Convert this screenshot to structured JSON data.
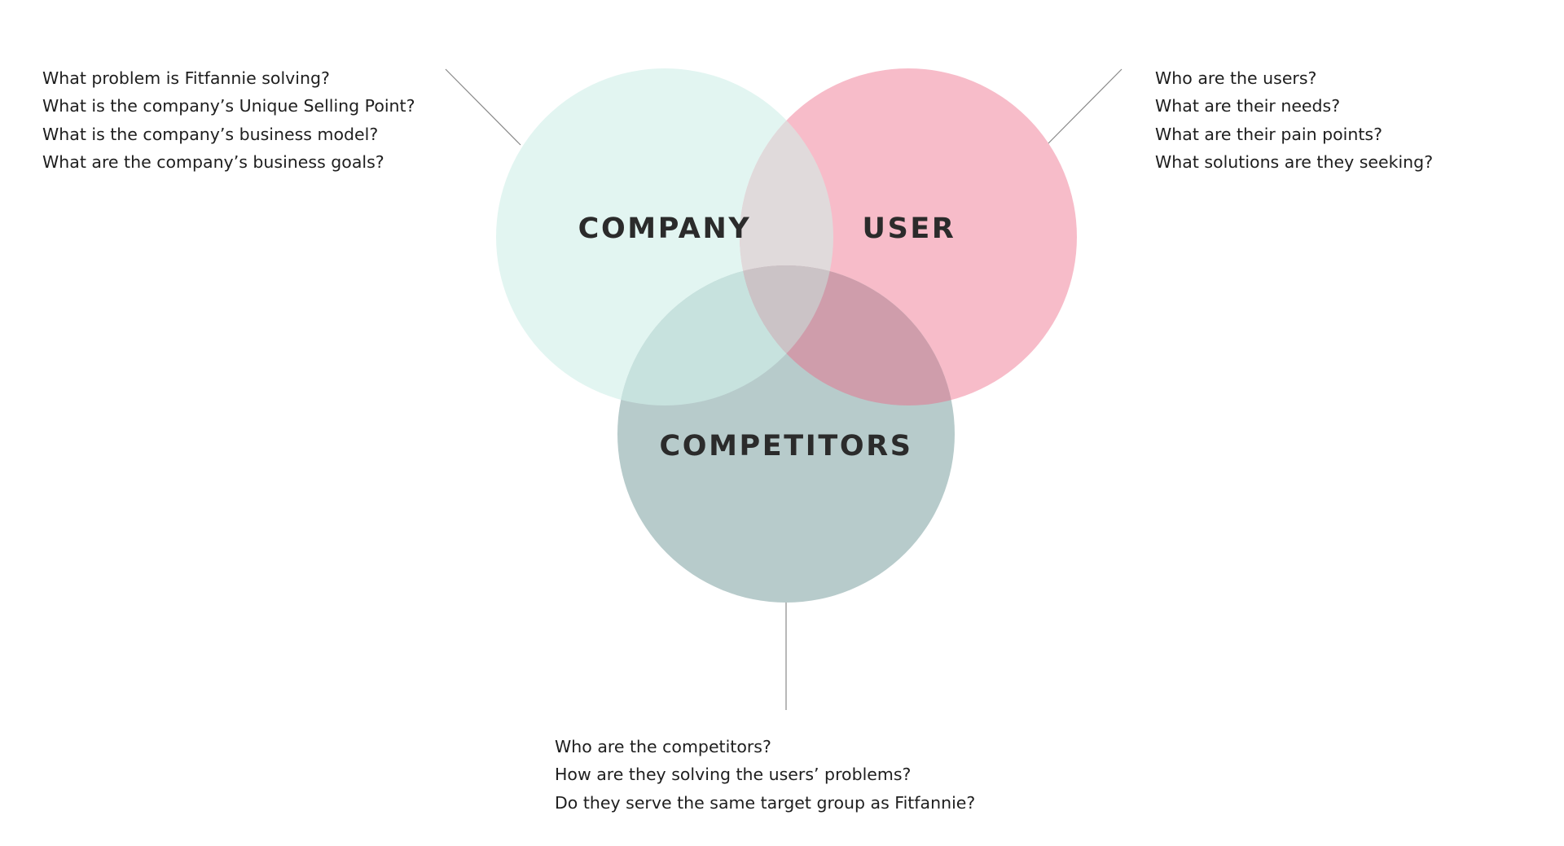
{
  "colors": {
    "company": "#e2f5f1",
    "user": "#f7bcc9",
    "competitors": "#b7cbcb",
    "company_user_overlap": "#e0dadb",
    "company_competitors_overlap": "#c7e2de",
    "user_competitors_overlap": "#cf9dab",
    "center_overlap": "#cbc3c6",
    "label_text": "#2b2b2b",
    "question_text": "#1e1e1e",
    "connector": "#888888"
  },
  "circles": {
    "company": {
      "label": "COMPANY",
      "questions": [
        "What problem is Fitfannie solving?",
        "What is the company’s Unique Selling Point?",
        "What is the company’s business model?",
        "What are the company’s business goals?"
      ]
    },
    "user": {
      "label": "USER",
      "questions": [
        "Who are the users?",
        "What are their needs?",
        "What are their pain points?",
        "What solutions are they seeking?"
      ]
    },
    "competitors": {
      "label": "COMPETITORS",
      "questions": [
        "Who are the competitors?",
        "How are they solving the users’ problems?",
        "Do they serve the same target group as Fitfannie?"
      ]
    }
  }
}
